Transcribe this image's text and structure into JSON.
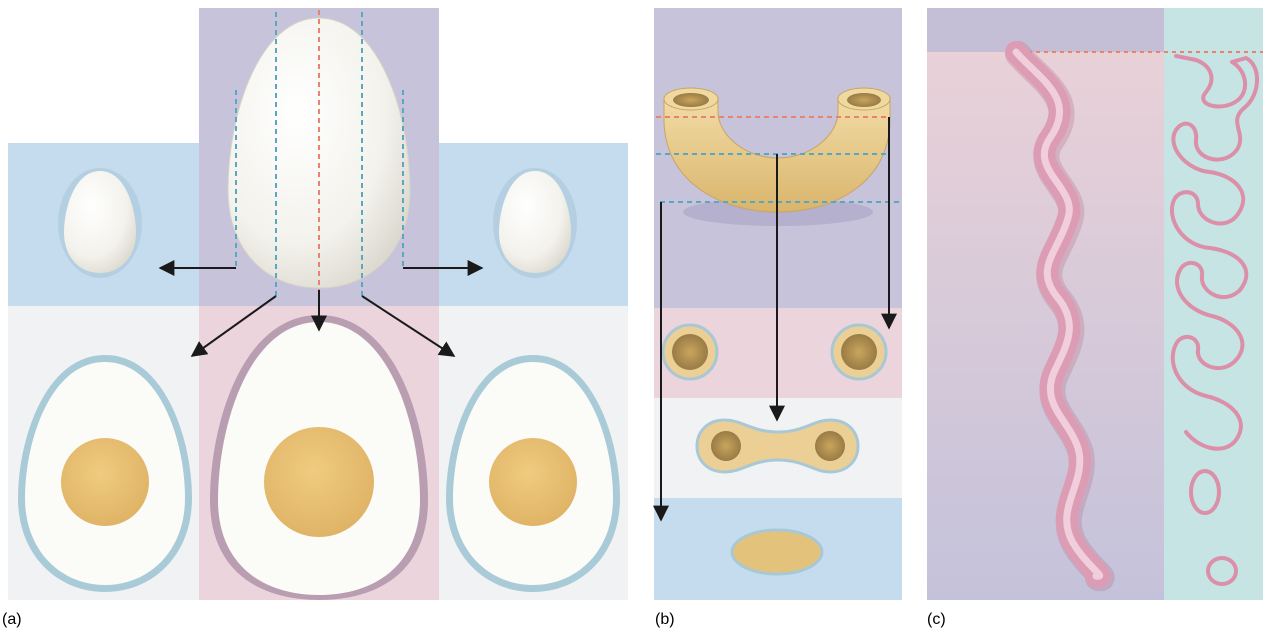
{
  "figure": {
    "panels": [
      {
        "label": "(a)"
      },
      {
        "label": "(b)"
      },
      {
        "label": "(c)"
      }
    ]
  },
  "colors": {
    "blue_band": "#c4dcee",
    "lavender_band": "#c6c3da",
    "pink_band": "#ebd4dc",
    "white_band": "#f1f2f4",
    "teal_band": "#c6e4e4",
    "egg_white": "#fbfbf8",
    "yolk": "#e9c072",
    "macaroni": "#ebcf94",
    "helix_pink": "#e3a3b9",
    "arrow": "#1a1a1a",
    "dash_red": "#e8836f",
    "dash_teal": "#5aa8c0"
  }
}
